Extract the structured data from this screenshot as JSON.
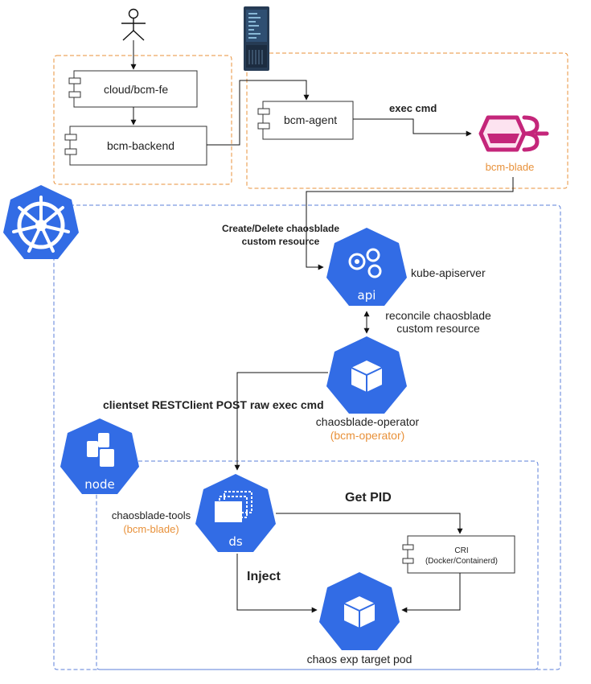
{
  "actors": {
    "user": {
      "icon": "person-icon"
    },
    "server": {
      "icon": "server-rack-icon"
    }
  },
  "components": {
    "fe": {
      "label": "cloud/bcm-fe"
    },
    "backend": {
      "label": "bcm-backend"
    },
    "agent": {
      "label": "bcm-agent"
    },
    "cri": {
      "line1": "CRI",
      "line2": "(Docker/Containerd)"
    }
  },
  "nodes": {
    "blade": {
      "label": "bcm-blade"
    },
    "api": {
      "icon_text": "api",
      "label": "kube-apiserver"
    },
    "operator": {
      "label": "chaosblade-operator",
      "sublabel": "(bcm-operator)"
    },
    "node": {
      "icon_text": "node"
    },
    "ds": {
      "icon_text": "ds",
      "label": "chaosblade-tools",
      "sublabel": "(bcm-blade)"
    },
    "pod": {
      "label": "chaos exp target pod"
    }
  },
  "edges": {
    "exec_cmd": "exec cmd",
    "create_delete_1": "Create/Delete chaosblade",
    "create_delete_2": "custom resource",
    "reconcile_1": "reconcile chaosblade",
    "reconcile_2": "custom resource",
    "clientset": "clientset RESTClient POST raw exec cmd",
    "get_pid": "Get PID",
    "inject": "Inject"
  },
  "colors": {
    "k8s_blue": "#326ce5",
    "orange_border": "#e8913a",
    "blue_border": "#5b7fd9",
    "blade_pink": "#c4267a"
  }
}
